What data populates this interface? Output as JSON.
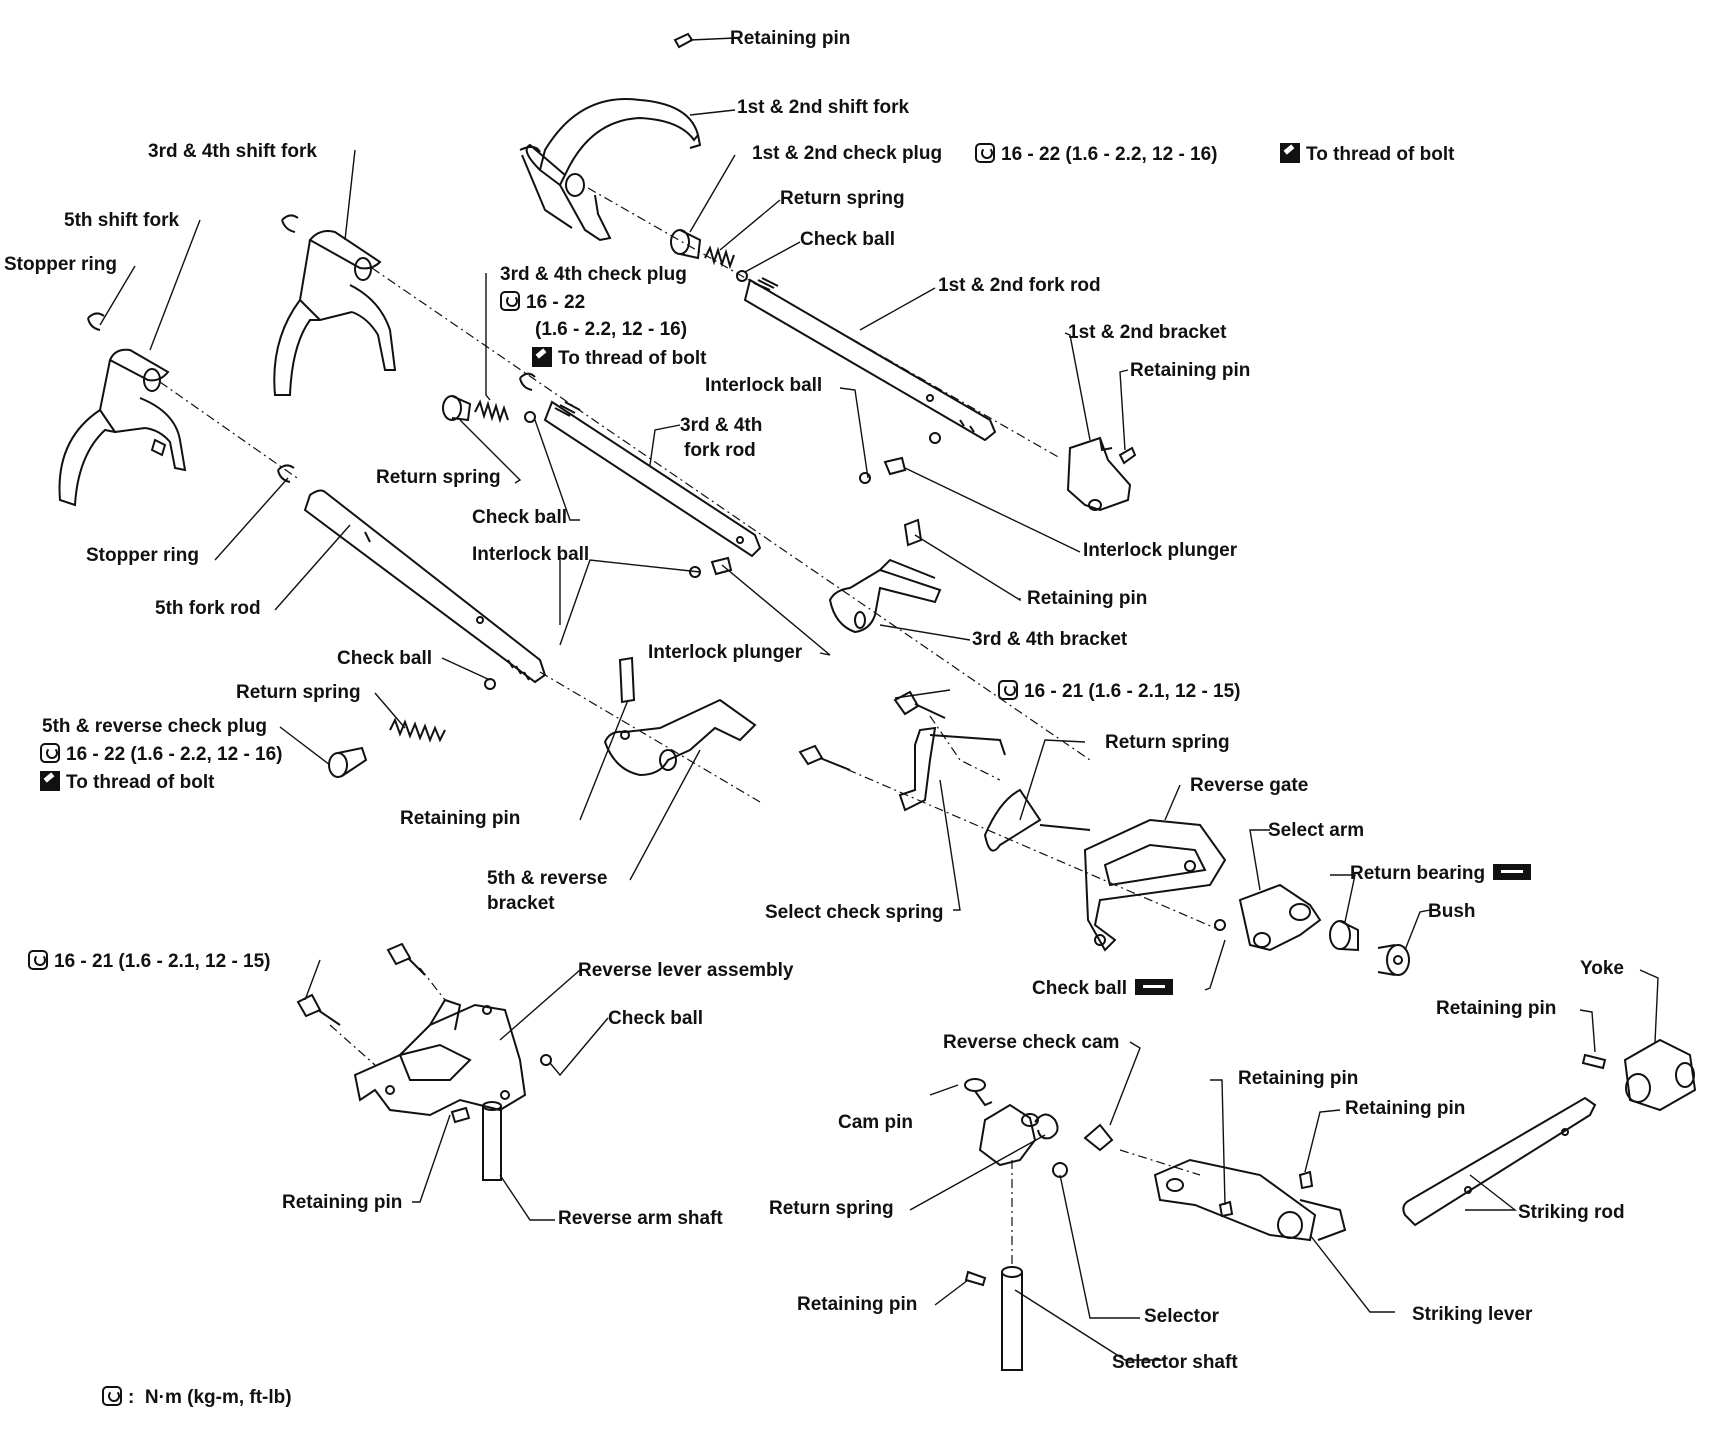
{
  "labels": {
    "retaining_pin_top": "Retaining pin",
    "fork_1_2": "1st & 2nd shift fork",
    "check_plug_1_2": "1st & 2nd check plug",
    "torque_1_2": "16 - 22 (1.6 - 2.2, 12 - 16)",
    "thread_1_2": "To thread of bolt",
    "return_spring_1_2": "Return spring",
    "check_ball_1_2": "Check ball",
    "fork_rod_1_2": "1st & 2nd fork rod",
    "bracket_1_2": "1st & 2nd bracket",
    "retaining_pin_1_2_bracket": "Retaining pin",
    "interlock_ball_upper": "Interlock ball",
    "interlock_plunger_upper": "Interlock plunger",
    "fork_3_4": "3rd & 4th shift fork",
    "fork_5": "5th shift fork",
    "stopper_ring_upper": "Stopper ring",
    "check_plug_3_4": "3rd & 4th check plug",
    "torque_3_4_a": "16 - 22",
    "torque_3_4_b": "(1.6 - 2.2, 12 - 16)",
    "thread_3_4": "To thread of bolt",
    "return_spring_3_4": "Return spring",
    "check_ball_3_4": "Check ball",
    "fork_rod_3_4_a": "3rd & 4th",
    "fork_rod_3_4_b": "fork rod",
    "interlock_ball_lower": "Interlock ball",
    "interlock_plunger_lower": "Interlock plunger",
    "retaining_pin_3_4_bracket": "Retaining pin",
    "bracket_3_4": "3rd & 4th bracket",
    "stopper_ring_lower": "Stopper ring",
    "fork_rod_5": "5th fork rod",
    "check_ball_5": "Check ball",
    "return_spring_5": "Return spring",
    "check_plug_5r": "5th & reverse check plug",
    "torque_5r": "16 - 22 (1.6 - 2.2, 12 - 16)",
    "thread_5r": "To thread of bolt",
    "retaining_pin_5r": "Retaining pin",
    "bracket_5r_a": "5th & reverse",
    "bracket_5r_b": "bracket",
    "torque_gate": "16 - 21 (1.6 - 2.1, 12 - 15)",
    "return_spring_gate": "Return spring",
    "reverse_gate": "Reverse gate",
    "select_arm": "Select arm",
    "return_bearing": "Return bearing",
    "bush": "Bush",
    "select_check_spring": "Select check spring",
    "check_ball_gate": "Check ball",
    "torque_reverse_lever": "16 - 21 (1.6 - 2.1, 12 - 15)",
    "reverse_lever_assembly": "Reverse lever assembly",
    "check_ball_reverse": "Check ball",
    "retaining_pin_reverse": "Retaining pin",
    "reverse_arm_shaft": "Reverse arm shaft",
    "yoke": "Yoke",
    "retaining_pin_yoke": "Retaining pin",
    "reverse_check_cam": "Reverse check cam",
    "retaining_pin_lever_1": "Retaining pin",
    "retaining_pin_lever_2": "Retaining pin",
    "cam_pin": "Cam pin",
    "return_spring_cam": "Return spring",
    "striking_rod": "Striking rod",
    "retaining_pin_selector": "Retaining pin",
    "selector": "Selector",
    "striking_lever": "Striking lever",
    "selector_shaft": "Selector shaft"
  },
  "legend": {
    "separator": ":",
    "unit_text": "N·m (kg-m, ft-lb)"
  }
}
